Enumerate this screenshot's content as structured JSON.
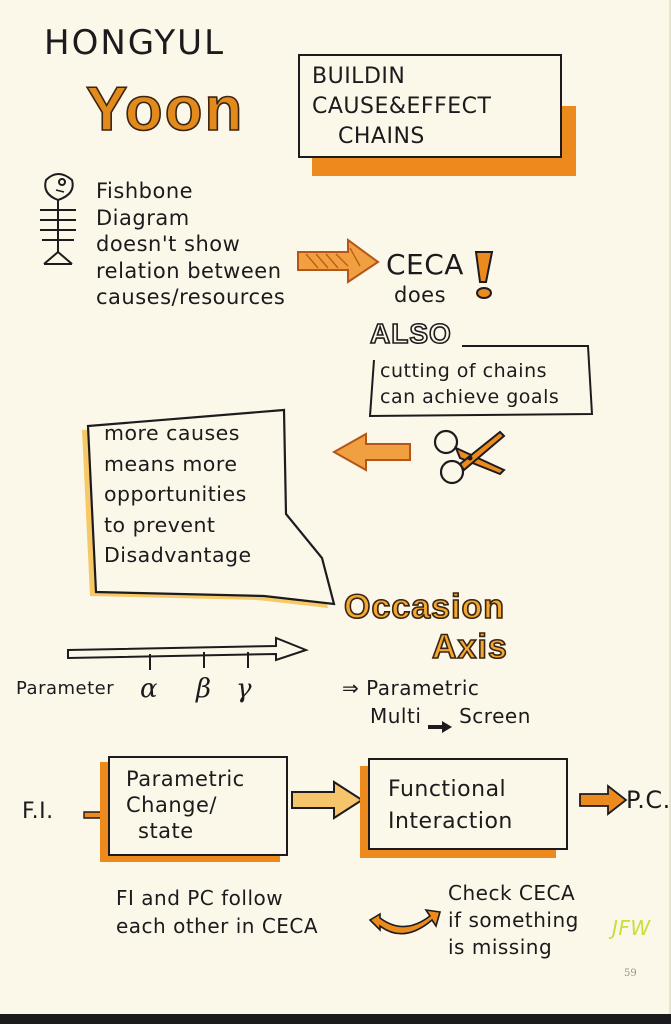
{
  "author": {
    "first": "HONGYUL",
    "last": "Yoon"
  },
  "title_box": {
    "lines": [
      "BUILDIN",
      "CAUSE&EFFECT",
      "CHAINS"
    ]
  },
  "fishbone": {
    "lines": [
      "Fishbone",
      "Diagram",
      "doesn't show",
      "relation between",
      "causes/resources"
    ]
  },
  "ceca": {
    "name": "CECA",
    "does": "does"
  },
  "also": {
    "label": "ALSO",
    "lines": [
      "cutting of chains",
      "can achieve goals"
    ]
  },
  "more_causes": {
    "lines": [
      "more causes",
      "means more",
      "opportunities",
      "to prevent",
      "Disadvantage"
    ]
  },
  "occasion": {
    "line1": "Occasion",
    "line2": "Axis"
  },
  "axis": {
    "parameter": "Parameter",
    "ticks": [
      "α",
      "β",
      "γ"
    ]
  },
  "parametric_multi": {
    "prefix": "⇒",
    "line1": "Parametric",
    "line2a": "Multi",
    "line2b": "Screen"
  },
  "flow": {
    "fi": "F.I.",
    "box1": [
      "Parametric",
      "Change/",
      "state"
    ],
    "box2": [
      "Functional",
      "Interaction"
    ],
    "pc": "P.C."
  },
  "bottom_left": [
    "FI and PC follow",
    "each other in CECA"
  ],
  "bottom_right": [
    "Check CECA",
    "if something",
    "is missing"
  ],
  "signature": "JFW",
  "page_number": "59",
  "colors": {
    "orange": "#ec8a1e",
    "ink": "#1c1a1c",
    "paper": "#fbf8ea",
    "signature_green": "#c8de3a"
  }
}
